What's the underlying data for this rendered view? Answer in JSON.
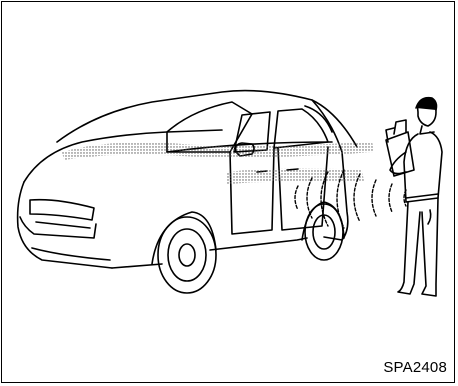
{
  "figure": {
    "code": "SPA2408"
  },
  "colors": {
    "line": "#000000",
    "background": "#ffffff",
    "signal_stipple": "#555555"
  },
  "icons": [
    "car-illustration",
    "person-carrying-bag-illustration",
    "signal-wave-icon",
    "detection-zone-stipple"
  ]
}
